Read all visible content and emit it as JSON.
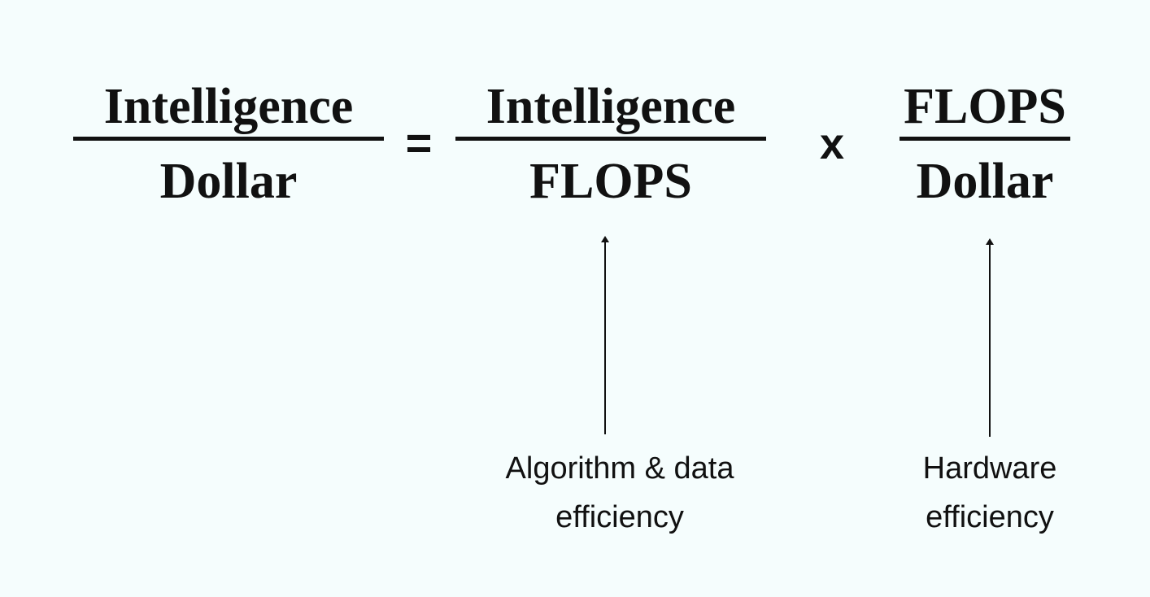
{
  "equation": {
    "lhs": {
      "numerator": "Intelligence",
      "denominator": "Dollar"
    },
    "equals": "=",
    "term1": {
      "numerator": "Intelligence",
      "denominator": "FLOPS"
    },
    "times": "x",
    "term2": {
      "numerator": "FLOPS",
      "denominator": "Dollar"
    }
  },
  "annotations": {
    "term1_label": [
      "Algorithm & data",
      "efficiency"
    ],
    "term2_label": [
      "Hardware",
      "efficiency"
    ]
  }
}
